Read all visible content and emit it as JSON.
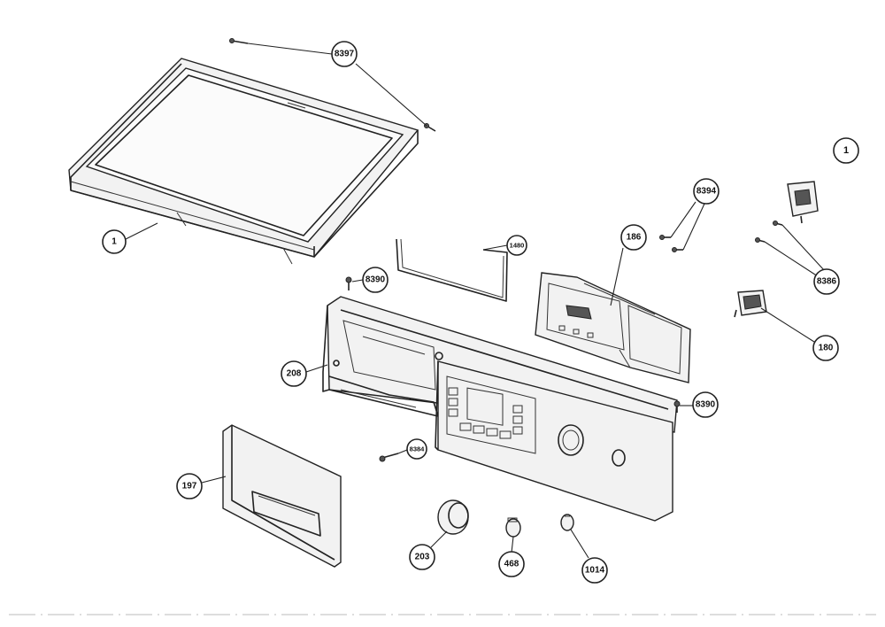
{
  "callouts": {
    "c_8397": "8397",
    "c_1_top": "1",
    "c_1_lid": "1",
    "c_8394": "8394",
    "c_186": "186",
    "c_1480": "1480",
    "c_8390_a": "8390",
    "c_8386": "8386",
    "c_180": "180",
    "c_208": "208",
    "c_8390_b": "8390",
    "c_8384": "8384",
    "c_197": "197",
    "c_203": "203",
    "c_468": "468",
    "c_1014": "1014"
  }
}
